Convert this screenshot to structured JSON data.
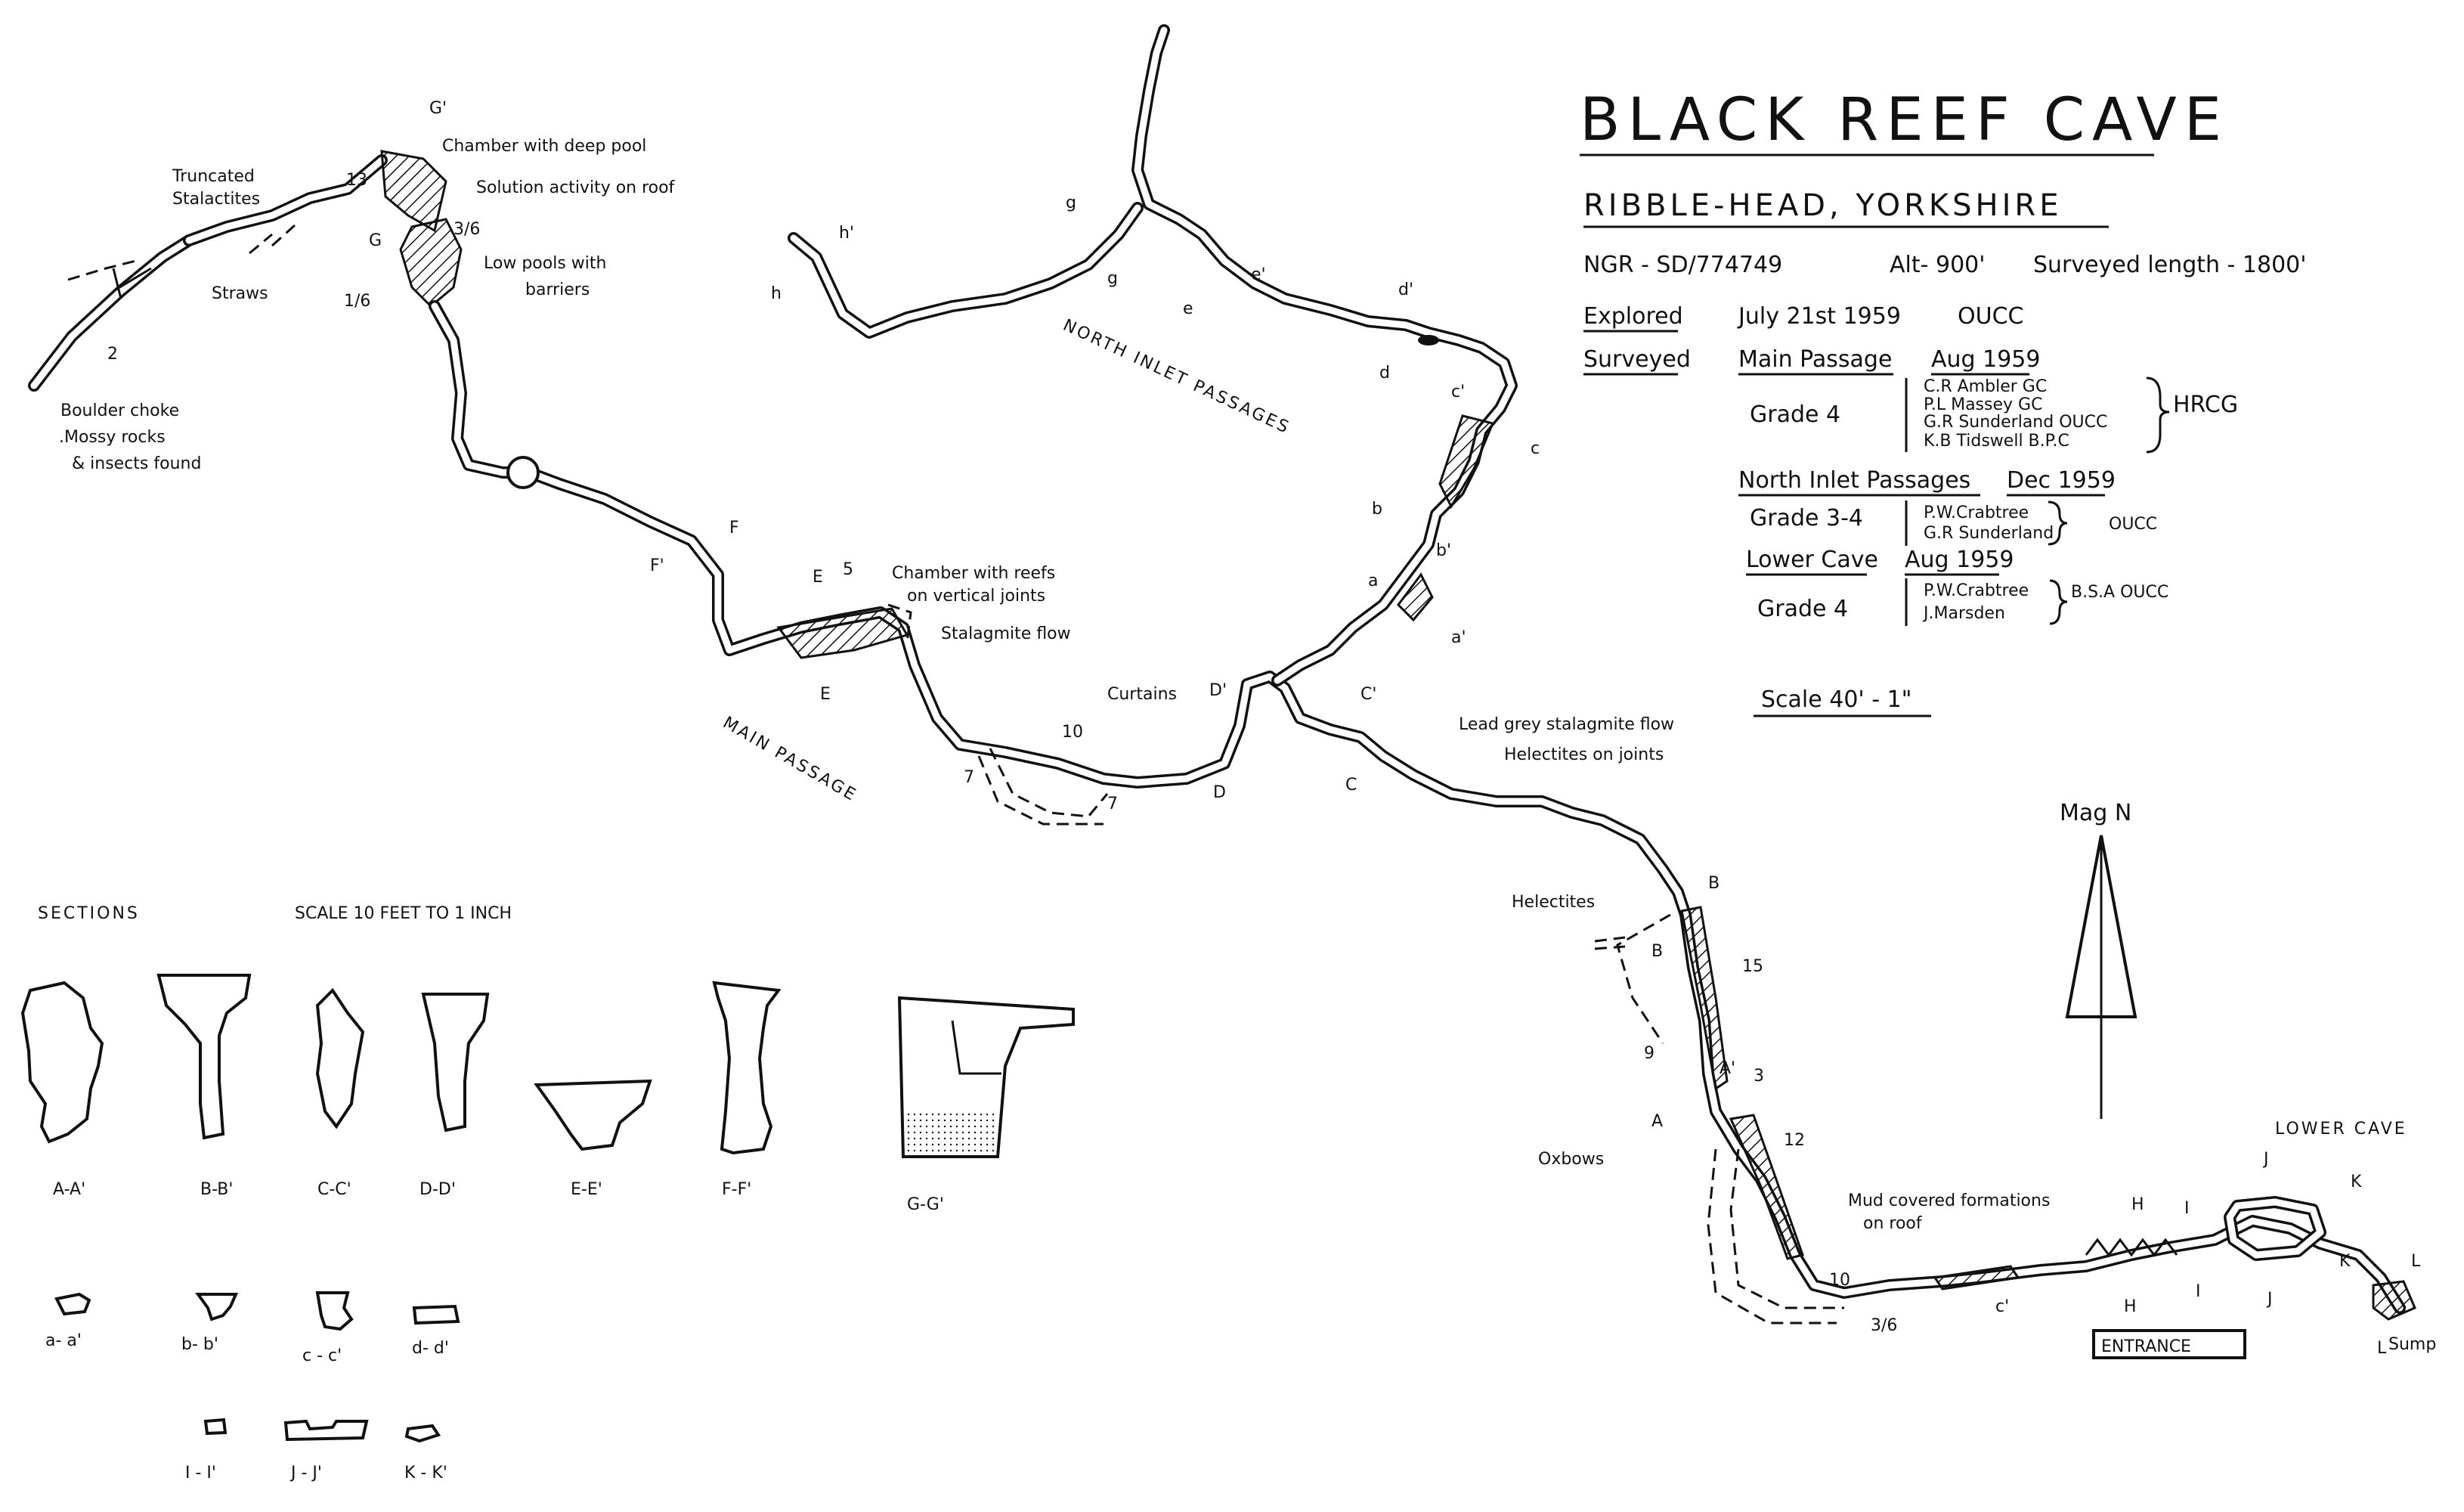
{
  "title": "BLACK REEF CAVE",
  "subtitle": "RIBBLE-HEAD, YORKSHIRE",
  "ngr": "NGR - SD/774749",
  "alt": "Alt- 900'",
  "surveyed_length": "Surveyed length - 1800'",
  "explored": {
    "label": "Explored",
    "value": "July 21st 1959",
    "club": "OUCC"
  },
  "surveyed_label": "Surveyed",
  "main_passage": {
    "label": "Main Passage",
    "date": "Aug 1959",
    "grade": "Grade 4",
    "surveyors": [
      "C.R Ambler GC",
      "P.L Massey GC",
      "G.R Sunderland OUCC",
      "K.B Tidswell B.P.C"
    ],
    "group": "HRCG"
  },
  "north_inlet": {
    "label": "North Inlet Passages",
    "date": "Dec 1959",
    "grade": "Grade 3-4",
    "surveyors": [
      "P.W.Crabtree",
      "G.R Sunderland"
    ],
    "club": "OUCC"
  },
  "lower_cave": {
    "label": "Lower Cave",
    "date": "Aug 1959",
    "grade": "Grade 4",
    "surveyors": [
      "P.W.Crabtree",
      "J.Marsden"
    ],
    "club": "B.S.A OUCC"
  },
  "scale": "Scale 40' - 1\"",
  "north_label": "Mag N",
  "passage_names": {
    "north_inlet": "NORTH INLET PASSAGES",
    "main": "MAIN PASSAGE",
    "lower": "LOWER CAVE"
  },
  "annotations": {
    "chamber_pool": "Chamber with deep pool",
    "solution": "Solution activity on roof",
    "low_pools_1": "Low pools with",
    "low_pools_2": "barriers",
    "truncated_1": "Truncated",
    "truncated_2": "Stalactites",
    "straws": "Straws",
    "boulder_1": "Boulder choke",
    "boulder_2": ".Mossy rocks",
    "boulder_3": "& insects found",
    "reefs_1": "Chamber with reefs",
    "reefs_2": "on vertical joints",
    "stal_flow": "Stalagmite flow",
    "curtains": "Curtains",
    "lead_grey": "Lead grey stalagmite flow",
    "helectites_joints": "Helectites on joints",
    "helectites": "Helectites",
    "oxbows": "Oxbows",
    "mud_1": "Mud covered formations",
    "mud_2": "on roof",
    "entrance": "ENTRANCE",
    "sump": "Sump"
  },
  "heights": [
    "13",
    "3/6",
    "1/6",
    "2",
    "5",
    "10",
    "7",
    "7",
    "15",
    "9",
    "3",
    "12",
    "10",
    "3/6"
  ],
  "station_labels": [
    "G'",
    "G",
    "F",
    "F'",
    "E",
    "E",
    "D'",
    "D",
    "C'",
    "C",
    "B",
    "B",
    "A'",
    "A",
    "H",
    "H",
    "I",
    "I",
    "J",
    "J",
    "K",
    "K",
    "L",
    "L",
    "h",
    "h'",
    "g",
    "g",
    "e",
    "e'",
    "d",
    "d'",
    "c",
    "c'",
    "b",
    "b'",
    "a",
    "a'",
    "c'"
  ],
  "sections": {
    "heading": "SECTIONS",
    "scale": "SCALE 10 FEET TO 1 INCH",
    "large": [
      "A-A'",
      "B-B'",
      "C-C'",
      "D-D'",
      "E-E'",
      "F-F'",
      "G-G'"
    ],
    "small_row1": [
      "a- a'",
      "b- b'",
      "c - c'",
      "d- d'"
    ],
    "small_row2": [
      "I - I'",
      "J - J'",
      "K - K'"
    ]
  }
}
